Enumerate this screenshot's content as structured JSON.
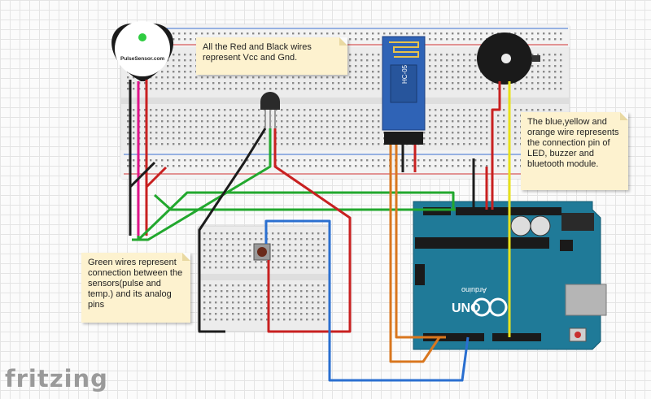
{
  "notes": {
    "vcc_gnd": "All the Red and Black wires represent Vcc and Gnd.",
    "output_pins": "The blue,yellow and orange wire represents the connection pin of LED, buzzer and bluetooth module.",
    "analog_pins": "Green wires represent connection between the sensors(pulse and temp.) and its analog pins"
  },
  "components": {
    "pulse_sensor_label": "PulseSensor.com",
    "bluetooth_label": "HC-05",
    "arduino_brand": "Arduino",
    "arduino_model": "UNO"
  },
  "app": {
    "logo": "fritzing"
  },
  "colors": {
    "breadboard": "#e9e9e9",
    "arduino": "#1f7a98",
    "bluetooth": "#2f63b6",
    "wire_red": "#c82020",
    "wire_black": "#1c1c1c",
    "wire_green": "#22a82e",
    "wire_blue": "#2a6fd0",
    "wire_orange": "#d9771f",
    "wire_yellow": "#e8e21a",
    "wire_pink": "#e0148a",
    "note_bg": "#fdf2cf"
  }
}
